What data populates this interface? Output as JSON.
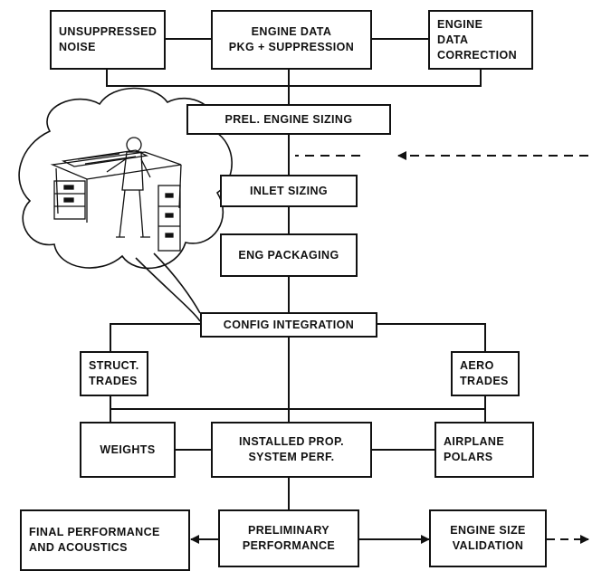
{
  "boxes": {
    "unsuppressed_noise": [
      "UNSUPPRESSED",
      "NOISE"
    ],
    "engine_data_pkg": [
      "ENGINE DATA",
      "PKG + SUPPRESSION"
    ],
    "engine_data_correction": [
      "ENGINE",
      "DATA",
      "CORRECTION"
    ],
    "prel_engine_sizing": [
      "PREL. ENGINE SIZING"
    ],
    "inlet_sizing": [
      "INLET SIZING"
    ],
    "eng_packaging": [
      "ENG PACKAGING"
    ],
    "config_integration": [
      "CONFIG INTEGRATION"
    ],
    "struct_trades": [
      "STRUCT.",
      "TRADES"
    ],
    "aero_trades": [
      "AERO",
      "TRADES"
    ],
    "weights": [
      "WEIGHTS"
    ],
    "installed_prop": [
      "INSTALLED PROP.",
      "SYSTEM PERF."
    ],
    "airplane_polars": [
      "AIRPLANE",
      "POLARS"
    ],
    "final_performance": [
      "FINAL PERFORMANCE",
      "AND ACOUSTICS"
    ],
    "preliminary_performance": [
      "PRELIMINARY",
      "PERFORMANCE"
    ],
    "engine_size_validation": [
      "ENGINE SIZE",
      "VALIDATION"
    ]
  },
  "colors": {
    "ink": "#111111",
    "paper": "#ffffff"
  },
  "illustration": "engineer-at-drafting-table-thought-bubble"
}
